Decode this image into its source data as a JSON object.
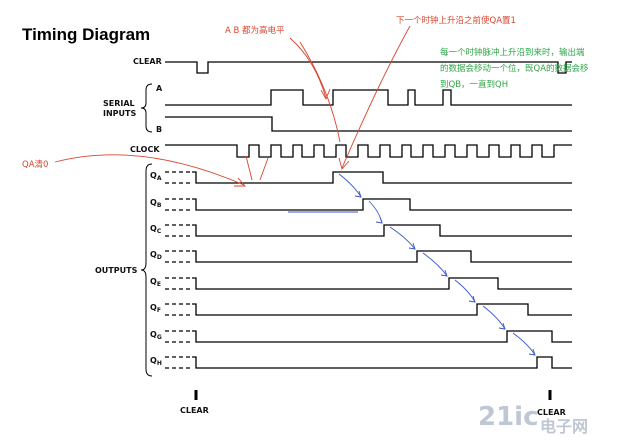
{
  "title": "Timing Diagram",
  "labels": {
    "clear": "CLEAR",
    "serial_line1": "SERIAL",
    "serial_line2": "INPUTS",
    "a": "A",
    "b": "B",
    "clock": "CLOCK",
    "outputs": "OUTPUTS",
    "clear_bottom_left": "CLEAR",
    "clear_bottom_right": "CLEAR"
  },
  "outputs": [
    {
      "main": "Q",
      "sub": "A"
    },
    {
      "main": "Q",
      "sub": "B"
    },
    {
      "main": "Q",
      "sub": "C"
    },
    {
      "main": "Q",
      "sub": "D"
    },
    {
      "main": "Q",
      "sub": "E"
    },
    {
      "main": "Q",
      "sub": "F"
    },
    {
      "main": "Q",
      "sub": "G"
    },
    {
      "main": "Q",
      "sub": "H"
    }
  ],
  "annotations": {
    "ab_high": "A B 都为高电平",
    "next_clock": "下一个时钟上升沿之前使QA置1",
    "green_line1": "每一个时钟脉冲上升沿到来时，输出端",
    "green_line2": "的数据会移动一个位，既QA的数据会移",
    "green_line3": "到QB，一直到QH",
    "qa_clear": "QA清0"
  },
  "watermark": {
    "brand": "21ic",
    "cn": "电子网"
  },
  "colors": {
    "annotation_red": "#d8452f",
    "annotation_green": "#2ea64a",
    "arrow_blue": "#3a56c8"
  }
}
